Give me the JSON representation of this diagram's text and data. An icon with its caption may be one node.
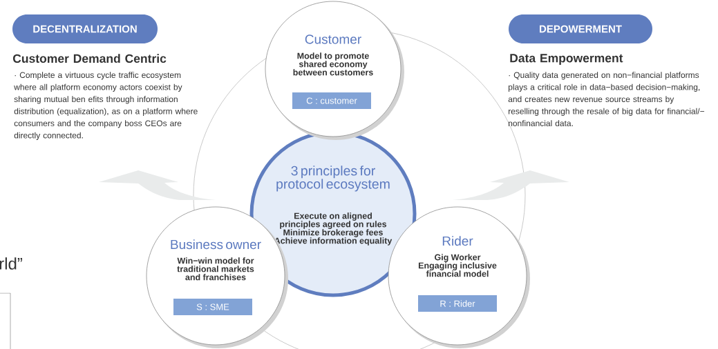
{
  "diagram": {
    "nodes": [
      {
        "text": [
          "DECENTRALIZATION"
        ]
      },
      {
        "text": [
          "DEPOWERMENT"
        ]
      },
      {
        "text": [
          "Customer",
          "Model to promote shared economy between customers"
        ]
      },
      {
        "text": [
          "C : customer"
        ],
        "in": 2
      },
      {
        "text": [
          "3 principles for protocol ecosystem",
          "Execute on aligned principles agreed on rules",
          "Minimize brokerage fees",
          "Achieve information equality"
        ]
      },
      {
        "text": [
          "Business owner",
          "Win−win model for traditional markets and franchises"
        ]
      },
      {
        "text": [
          "S : SME"
        ],
        "in": 5
      },
      {
        "text": [
          "Rider",
          "Gig Worker",
          "Engaging inclusive financial model"
        ]
      },
      {
        "text": [
          "R : Rider"
        ],
        "in": 7
      }
    ],
    "labels": [
      "Customer Demand Centric",
      "· Complete a virtuous cycle traffic ecosystem where all platform economy actors coexist by sharing mutual ben efits through information distribution (equalization), as on a platform where consumers and the company boss CEOs are directly connected.",
      "Data Empowerment",
      "· Quality data generated on non−financial platforms plays a critical role in data−based decision−making, and creates new revenue source streams by reselling through the resale of big data for financial/− nonfinancial data.",
      "rld”"
    ]
  }
}
